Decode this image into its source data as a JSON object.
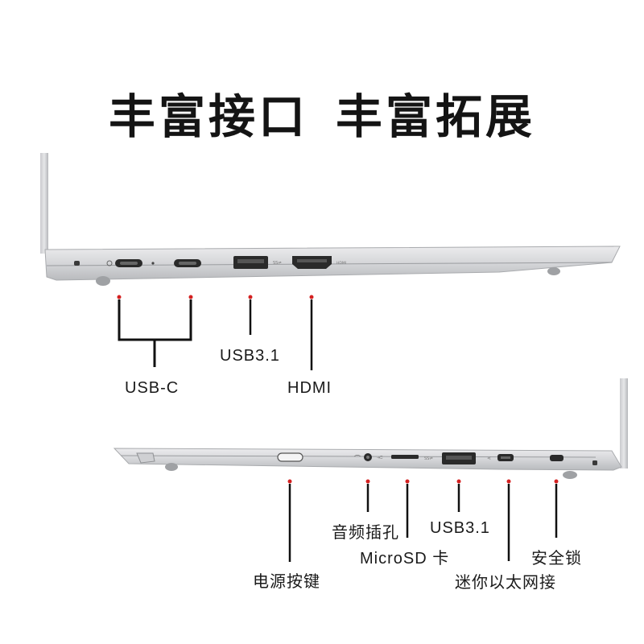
{
  "title": {
    "left": "丰富接口",
    "right": "丰富拓展"
  },
  "top_view": {
    "labels": {
      "usb_c": "USB-C",
      "usb31": "USB3.1",
      "hdmi": "HDMI"
    }
  },
  "bottom_view": {
    "labels": {
      "power": "电源按键",
      "audio": "音频插孔",
      "microsd": "MicroSD 卡",
      "usb31": "USB3.1",
      "ethernet": "迷你以太网接",
      "lock": "安全锁"
    }
  },
  "colors": {
    "laptop_body": "#d7d8da",
    "laptop_edge": "#a9abae",
    "port": "#2a2a2a",
    "marker": "#d42020",
    "line": "#111111"
  },
  "icons": [
    "usb-c-port-icon",
    "usb-a-port-icon",
    "hdmi-port-icon",
    "power-button-icon",
    "audio-jack-icon",
    "microsd-slot-icon",
    "ethernet-port-icon",
    "security-lock-slot-icon"
  ]
}
